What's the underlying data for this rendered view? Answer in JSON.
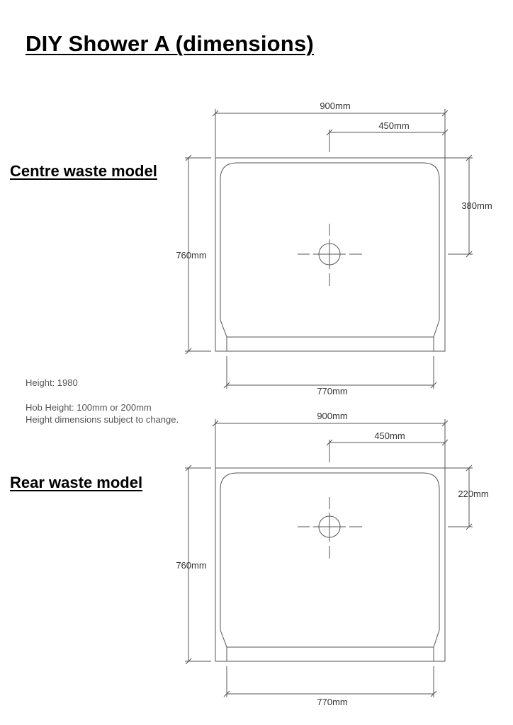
{
  "title": "DIY Shower A (dimensions)",
  "models": {
    "centre": {
      "name": "Centre waste model",
      "width_label": "900mm",
      "half_width_label": "450mm",
      "waste_offset_label": "380mm",
      "depth_label": "760mm",
      "hob_width_label": "770mm"
    },
    "rear": {
      "name": "Rear waste model",
      "width_label": "900mm",
      "half_width_label": "450mm",
      "waste_offset_label": "220mm",
      "depth_label": "760mm",
      "hob_width_label": "770mm"
    }
  },
  "notes": {
    "height": "Height: 1980",
    "hob_height": "Hob Height: 100mm or 200mm",
    "disclaimer": "Height dimensions subject to change."
  },
  "colors": {
    "line": "#555555",
    "text": "#333333"
  }
}
